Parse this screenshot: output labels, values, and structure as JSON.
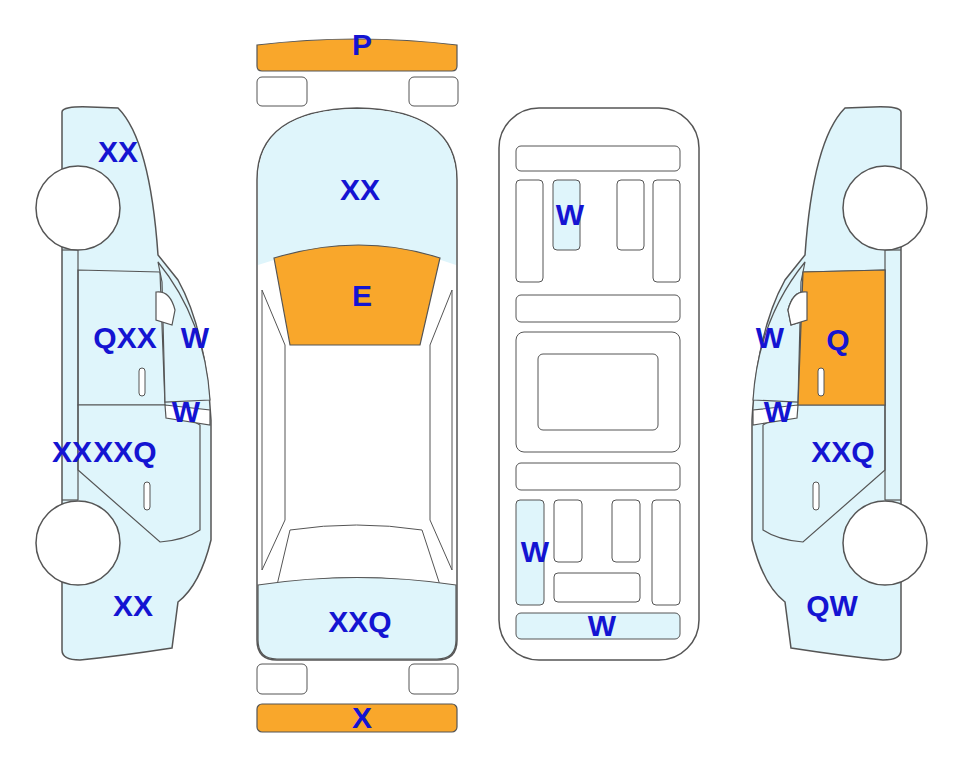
{
  "diagram": {
    "labels": [
      "XX",
      "QXX",
      "W",
      "W",
      "XX",
      "XXQ",
      "XX",
      "P",
      "XX",
      "E",
      "XXQ",
      "X",
      "W",
      "W",
      "W",
      "W",
      "Q",
      "W",
      "XXQ",
      "QW"
    ]
  }
}
